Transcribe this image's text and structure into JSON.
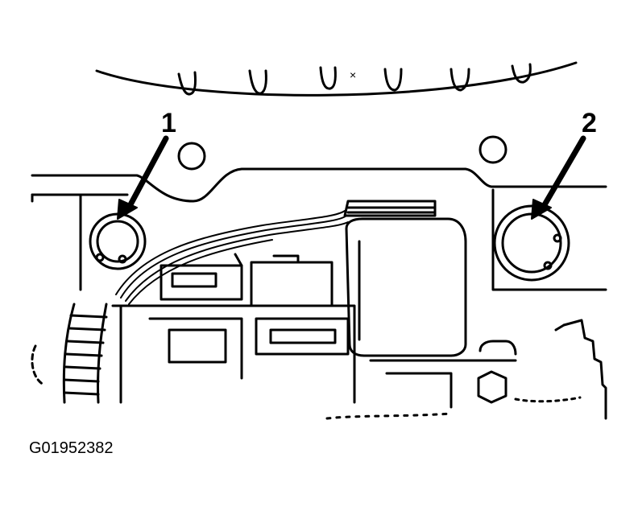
{
  "diagram": {
    "callouts": [
      {
        "id": "1",
        "label": "1",
        "target": "snap-ring-left"
      },
      {
        "id": "2",
        "label": "2",
        "target": "snap-ring-right"
      }
    ],
    "figure_id": "G01952382",
    "colors": {
      "ink": "#000000",
      "paper": "#ffffff"
    }
  }
}
